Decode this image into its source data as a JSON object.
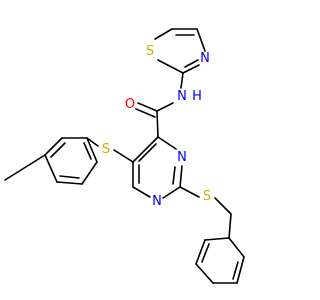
{
  "molecule": {
    "atoms": {
      "thiazole_s": "S",
      "thiazole_n": "N",
      "amide_n": "N",
      "amide_h": "H",
      "carbonyl_o": "O",
      "pyrimidine_n3": "N",
      "pyrimidine_n1": "N",
      "aryl_s": "S",
      "benzyl_s": "S"
    },
    "colors": {
      "bond": "#000000",
      "nitrogen": "#0000ff",
      "oxygen": "#ff0000",
      "sulfur": "#c8b400",
      "background": "#ffffff"
    }
  }
}
